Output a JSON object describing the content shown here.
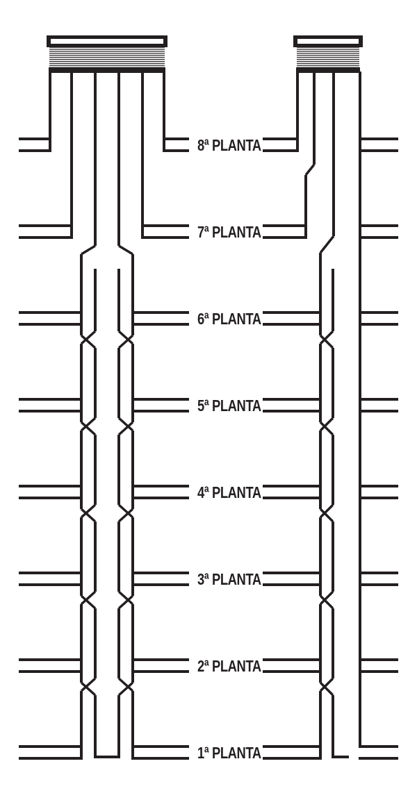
{
  "page": {
    "background": "#ffffff",
    "ink": "#231f20"
  },
  "floors": [
    {
      "label": "8ª PLANTA"
    },
    {
      "label": "7ª PLANTA"
    },
    {
      "label": "6ª PLANTA"
    },
    {
      "label": "5ª PLANTA"
    },
    {
      "label": "4ª PLANTA"
    },
    {
      "label": "3ª PLANTA"
    },
    {
      "label": "2ª PLANTA"
    },
    {
      "label": "1ª PLANTA"
    }
  ]
}
